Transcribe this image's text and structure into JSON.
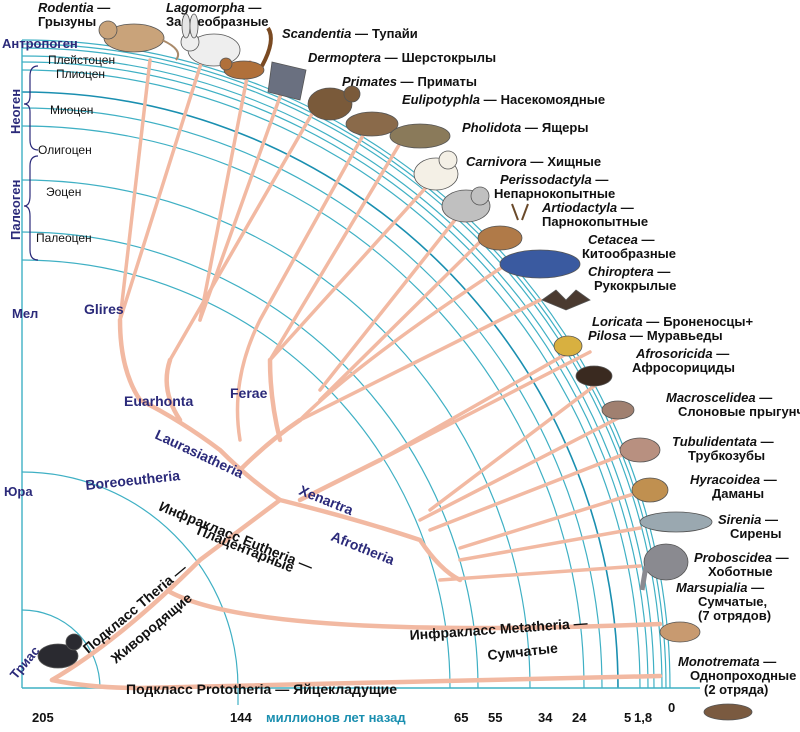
{
  "orders": [
    {
      "lat": "Rodentia",
      "ru": "Грызуны"
    },
    {
      "lat": "Lagomorpha",
      "ru": "Зайцеобразные"
    },
    {
      "lat": "Scandentia",
      "ru": "Тупайи"
    },
    {
      "lat": "Dermoptera",
      "ru": "Шерстокрылы"
    },
    {
      "lat": "Primates",
      "ru": "Приматы"
    },
    {
      "lat": "Eulipotyphla",
      "ru": "Насекомоядные"
    },
    {
      "lat": "Pholidota",
      "ru": "Ящеры"
    },
    {
      "lat": "Carnivora",
      "ru": "Хищные"
    },
    {
      "lat": "Perissodactyla",
      "ru": "Непарнокопытные"
    },
    {
      "lat": "Artiodactyla",
      "ru": "Парнокопытные"
    },
    {
      "lat": "Cetacea",
      "ru": "Китообразные"
    },
    {
      "lat": "Chiroptera",
      "ru": "Рукокрылые"
    },
    {
      "lat": "Loricata",
      "ru": "Броненосцы+"
    },
    {
      "lat": "Pilosa",
      "ru": "Муравьеды"
    },
    {
      "lat": "Afrosoricida",
      "ru": "Афросорициды"
    },
    {
      "lat": "Macroscelidea",
      "ru": "Слоновые прыгунчики"
    },
    {
      "lat": "Tubulidentata",
      "ru": "Трубкозубы"
    },
    {
      "lat": "Hyracoidea",
      "ru": "Даманы"
    },
    {
      "lat": "Sirenia",
      "ru": "Сирены"
    },
    {
      "lat": "Proboscidea",
      "ru": "Хоботные"
    },
    {
      "lat": "Marsupialia",
      "ru": "Сумчатые,",
      "extra": "(7 отрядов)"
    },
    {
      "lat": "Monotremata",
      "ru": "Однопроходные",
      "extra": "(2 отряда)"
    }
  ],
  "dash": " —",
  "clades": {
    "glires": "Glires",
    "euarhonta": "Euarhonta",
    "ferae": "Ferae",
    "laurasiatheria": "Laurasiatheria",
    "boreoeutheria": "Boreoeutheria",
    "xenartra": "Xenartra",
    "afrotheria": "Afrotheria"
  },
  "subgroups": {
    "eutheria": "Инфракласс Eutheria —",
    "placental": "Плацентарные",
    "theria": "Подкласс Theria —",
    "viviparous": "Живородящие",
    "metatheria": "Инфракласс Metatheria —",
    "marsupials": "Сумчатые",
    "prototheria": "Подкласс Prototheria — Яйцекладущие"
  },
  "periods": {
    "anthropogen": "Антропоген",
    "neogen": "Неоген",
    "paleogen": "Палеоген",
    "cretaceous": "Мел",
    "jurassic": "Юра",
    "triassic": "Триас"
  },
  "epochs": {
    "pleistocene": "Плейстоцен",
    "pliocene": "Плиоцен",
    "miocene": "Миоцен",
    "oligocene": "Олигоцен",
    "eocene": "Эоцен",
    "paleocene": "Палеоцен"
  },
  "axis": {
    "title": "миллионов лет назад",
    "ticks": [
      "205",
      "144",
      "65",
      "55",
      "34",
      "24",
      "5",
      "1,8",
      "0"
    ]
  },
  "colors": {
    "branch": "#f2b9a2",
    "arc": "#3fb0c4",
    "clade_text": "#2b2a7a",
    "axis_title": "#1a8fb0"
  }
}
